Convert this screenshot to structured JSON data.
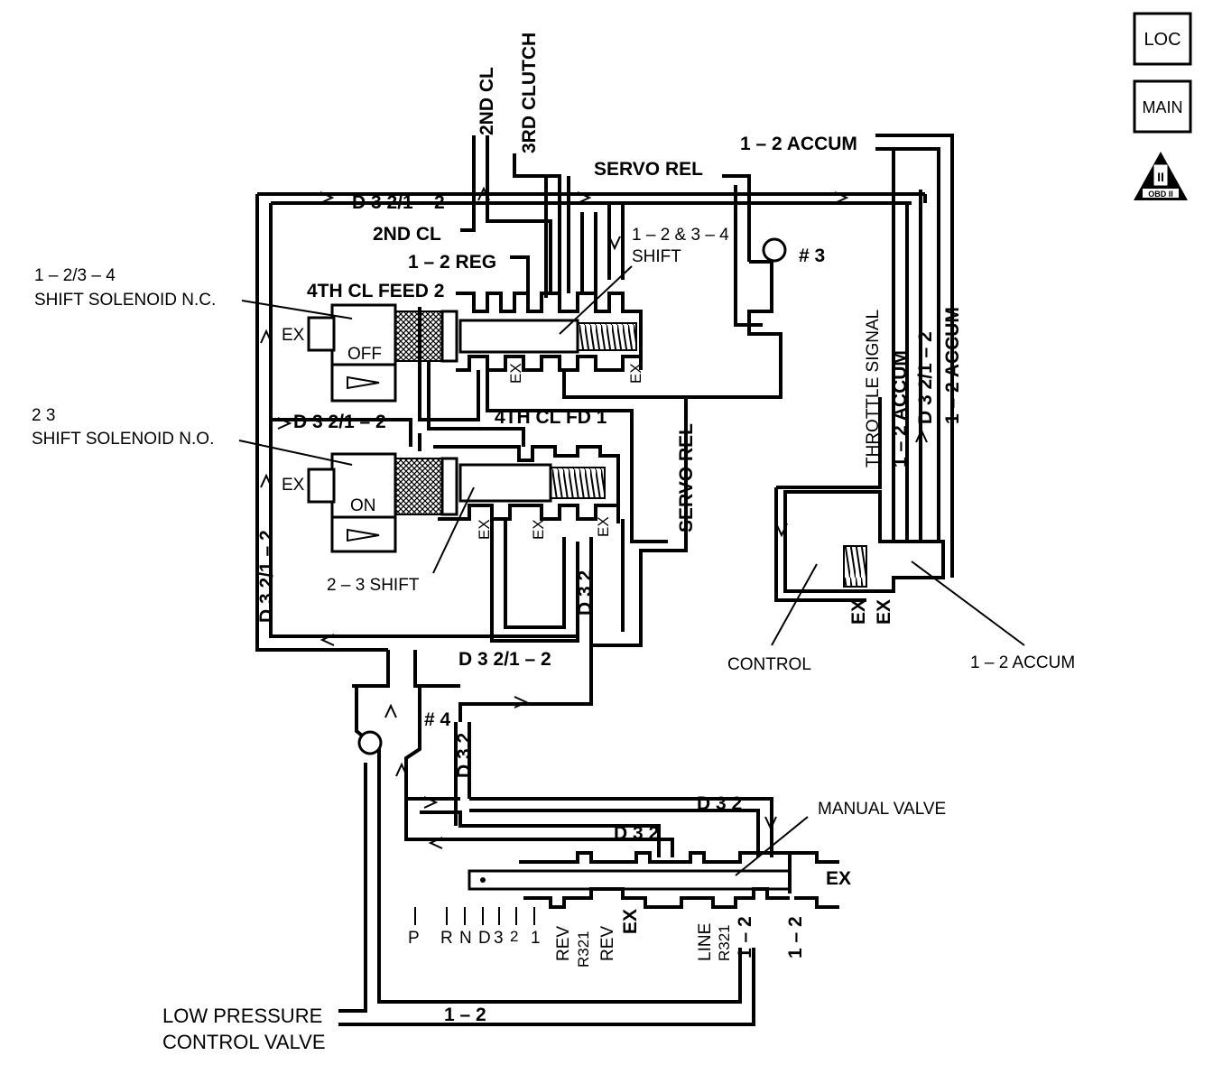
{
  "nav_icons": {
    "loc": "LOC",
    "main": "MAIN",
    "obd": "OBD II",
    "obd_numeral": "II"
  },
  "labels": {
    "second_cl_top": "2ND CL",
    "third_clutch": "3RD CLUTCH",
    "one_two_accum_top": "1 – 2 ACCUM",
    "servo_rel_top": "SERVO REL",
    "d32_top": "D 3 2/1 – 2",
    "second_cl_mid": "2ND CL",
    "one_two_reg": "1 – 2 REG",
    "fourth_cl_feed": "4TH CL FEED 2",
    "shift_12_34_line1": "1 – 2 & 3 – 4",
    "shift_12_34_line2": "SHIFT",
    "check_ball_3": "# 3",
    "solenoid_nc_line1": "1 – 2/3 – 4",
    "solenoid_nc_line2": "SHIFT SOLENOID N.C.",
    "ex_1": "EX",
    "off": "OFF",
    "ex_small_1": "EX",
    "ex_small_2": "EX",
    "solenoid_no_line1": "2    3",
    "solenoid_no_line2": "SHIFT  SOLENOID N.O.",
    "d32_mid": "D 3 2/1 – 2",
    "fourth_cl_fd1": "4TH CL FD 1",
    "servo_rel_vertical": "SERVO REL",
    "ex_2": "EX",
    "on": "ON",
    "ex_small_3": "EX",
    "ex_small_4": "EX",
    "ex_small_5": "EX",
    "d32_vertical_1": "D 3 2",
    "shift_23": "2 – 3 SHIFT",
    "d32_left_vertical": "D 3 2/1 – 2",
    "throttle_signal": "THROTTLE SIGNAL",
    "accum_v1": "1 – 2 ACCUM",
    "d32_v_right": "D 3 2/1 – 2",
    "accum_v2": "1 – 2 ACCUM",
    "ex_acc_1": "EX",
    "ex_acc_2": "EX",
    "control": "CONTROL",
    "accum_12": "1 – 2 ACCUM",
    "d32_bottom": "D 3 2/1 – 2",
    "check_ball_4": "# 4",
    "d32_vertical_2": "D 3 2",
    "d32_lower_1": "D 3 2",
    "d32_lower_2": "D 3 2",
    "manual_valve": "MANUAL VALVE",
    "ex_manual": "EX",
    "pos_p": "P",
    "pos_r": "R",
    "pos_n": "N",
    "pos_d": "D",
    "pos_3": "3",
    "pos_2": "2",
    "pos_1": "1",
    "rev_1": "REV",
    "r321_1": "R321",
    "rev_2": "REV",
    "ex_port": "EX",
    "line": "LINE",
    "r321_2": "R321",
    "one_two_port_1": "1 – 2",
    "one_two_port_2": "1 – 2",
    "one_two_bottom": "1 – 2",
    "lpcv_line1": "LOW PRESSURE",
    "lpcv_line2": "CONTROL VALVE"
  }
}
